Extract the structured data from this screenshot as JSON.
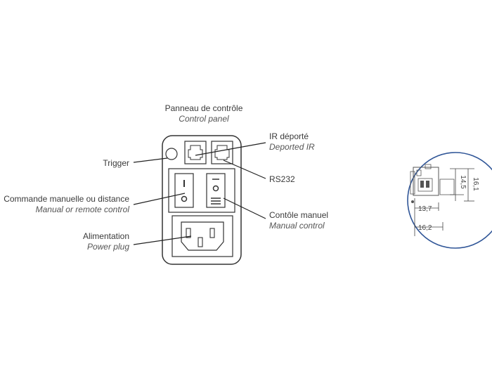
{
  "panel": {
    "title": "Panneau de contrôle",
    "title_en": "Control panel"
  },
  "callouts": {
    "trigger": {
      "fr": "Trigger"
    },
    "ir": {
      "fr": "IR déporté",
      "en": "Deported IR"
    },
    "rs232": {
      "fr": "RS232"
    },
    "command": {
      "fr": "Commande manuelle ou distance",
      "en": "Manual or remote control"
    },
    "manual": {
      "fr": "Contôle manuel",
      "en": "Manual control"
    },
    "power": {
      "fr": "Alimentation",
      "en": "Power plug"
    }
  },
  "detail": {
    "dims": {
      "d1": "16,1",
      "d2": "14,5",
      "d3": "13,7",
      "d4": "16,2"
    },
    "circle_color": "#2f5597"
  }
}
